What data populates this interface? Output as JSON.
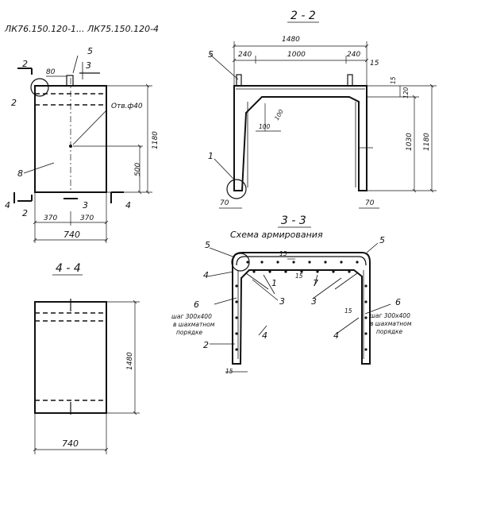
{
  "designation": "ЛК76.150.120-1... ЛК75.150.120-4",
  "section_2_2": "2 - 2",
  "section_3_3": "3 - 3",
  "section_4_4": "4 - 4",
  "scheme_title": "Схема армирования",
  "hole_label": "Отв.ф40",
  "spacing_note_line1": "шаг 300х400",
  "spacing_note_line2": "в шахматном",
  "spacing_note_line3": "порядке",
  "markers": {
    "m1": "1",
    "m2": "2",
    "m3": "3",
    "m4": "4",
    "m5": "5",
    "m6": "6",
    "m7": "7",
    "m8": "8"
  },
  "dims": {
    "d1480": "1480",
    "d1000": "1000",
    "d240": "240",
    "d15": "15",
    "d120": "120",
    "d100": "100",
    "d1030": "1030",
    "d1180": "1180",
    "d70": "70",
    "d80": "80",
    "d500": "500",
    "d370": "370",
    "d740": "740"
  }
}
